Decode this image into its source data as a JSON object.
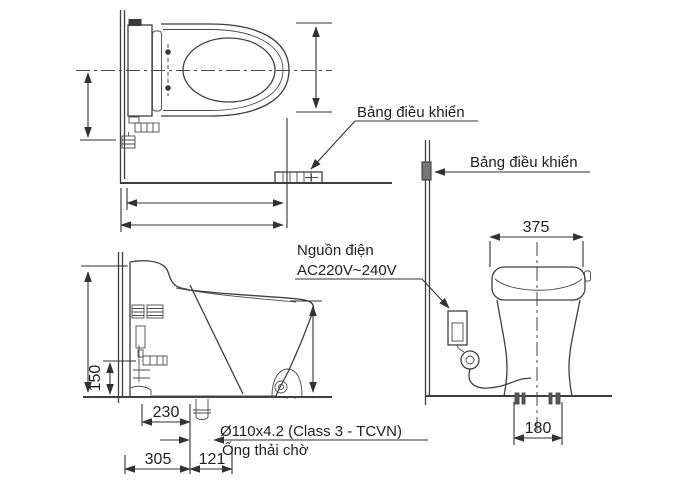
{
  "colors": {
    "background": "#ffffff",
    "line": "#3f3f3f",
    "text": "#1e1e1e"
  },
  "labels": {
    "control_panel_plan": "Bảng điều khiển",
    "control_panel_front": "Bảng điều khiển",
    "power_source_line1": "Nguồn điện",
    "power_source_line2": "AC220V~240V",
    "drain_pipe_spec": "Ø110x4.2 (Class 3 - TCVN)",
    "drain_pipe_name": "Ống thải chờ"
  },
  "dimensions": {
    "seat_width": "375",
    "base_width": "180",
    "inlet_height": "150",
    "wall_to_trap": "230",
    "wall_to_drain": "305",
    "drain_offset": "121"
  }
}
